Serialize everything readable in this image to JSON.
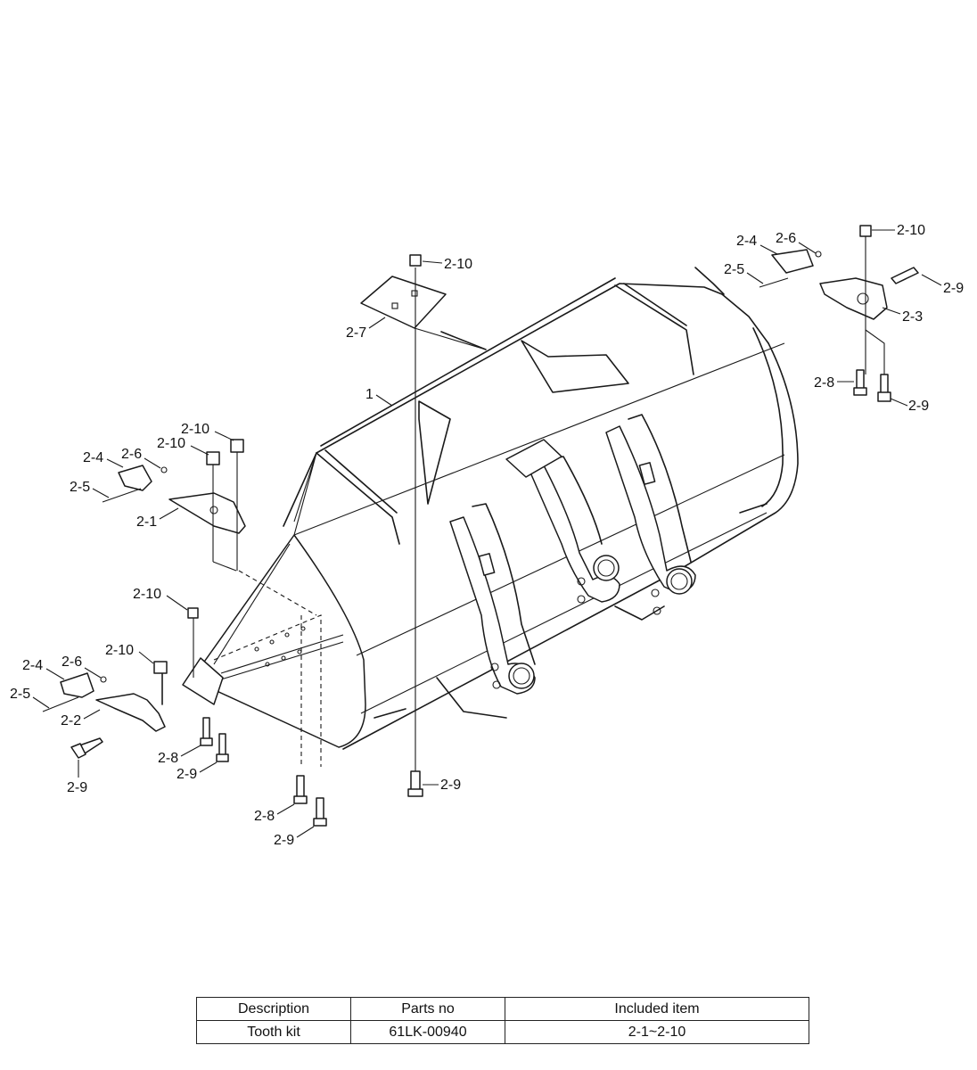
{
  "callouts": {
    "bucket": "1",
    "c_2_1": "2-1",
    "c_2_2": "2-2",
    "c_2_3": "2-3",
    "c_2_4": "2-4",
    "c_2_5": "2-5",
    "c_2_6": "2-6",
    "c_2_7": "2-7",
    "c_2_8": "2-8",
    "c_2_9": "2-9",
    "c_2_10": "2-10"
  },
  "table": {
    "headers": [
      "Description",
      "Parts no",
      "Included item"
    ],
    "rows": [
      [
        "Tooth kit",
        "61LK-00940",
        "2-1~2-10"
      ]
    ]
  }
}
